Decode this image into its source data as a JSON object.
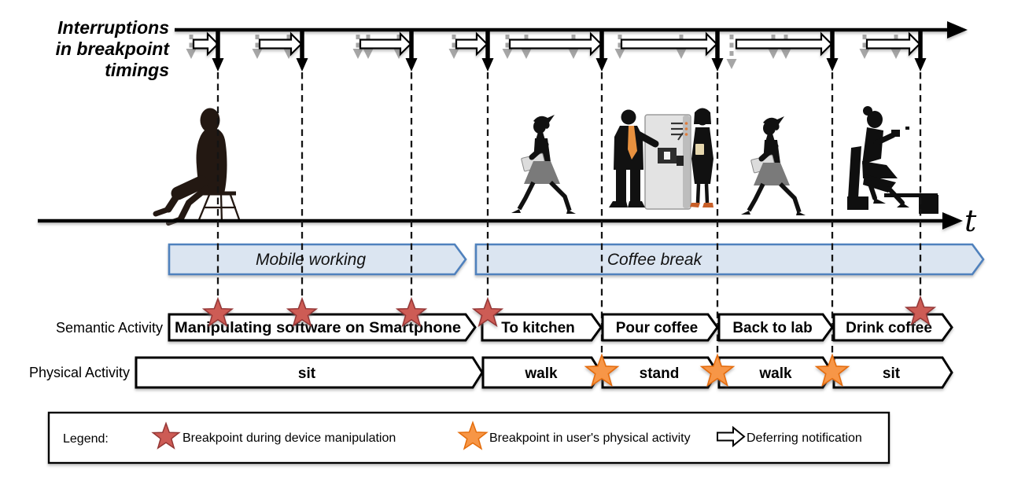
{
  "figure": {
    "title_lines": [
      "Interruptions",
      "in breakpoint",
      "timings"
    ],
    "time_axis_label": "t"
  },
  "phases": {
    "mobile": "Mobile working",
    "coffee": "Coffee break"
  },
  "semantic": {
    "row_label": "Semantic Activity",
    "boxes": [
      "Manipulating software on Smartphone",
      "To kitchen",
      "Pour coffee",
      "Back to lab",
      "Drink coffee"
    ]
  },
  "physical": {
    "row_label": "Physical Activity",
    "boxes": [
      "sit",
      "walk",
      "stand",
      "walk",
      "sit"
    ]
  },
  "breakpoints": {
    "device_breakpoint_count": 5,
    "physical_breakpoint_count": 3,
    "deferred_notification_count": 8
  },
  "legend": {
    "title": "Legend:",
    "items": [
      {
        "icon": "red-star-icon",
        "label": "Breakpoint during device manipulation",
        "color": "#cd5b55"
      },
      {
        "icon": "orange-star-icon",
        "label": "Breakpoint in user's physical activity",
        "color": "#f79646"
      },
      {
        "icon": "deferring-arrow-icon",
        "label": "Deferring notification",
        "color": "#ffffff"
      }
    ]
  },
  "colors": {
    "phase_fill": "#dbe5f1",
    "phase_border": "#4f81bd",
    "device_breakpoint_star": "#cd5b55",
    "physical_breakpoint_star": "#f79646",
    "original_notification_gray": "#a6a6a6"
  }
}
